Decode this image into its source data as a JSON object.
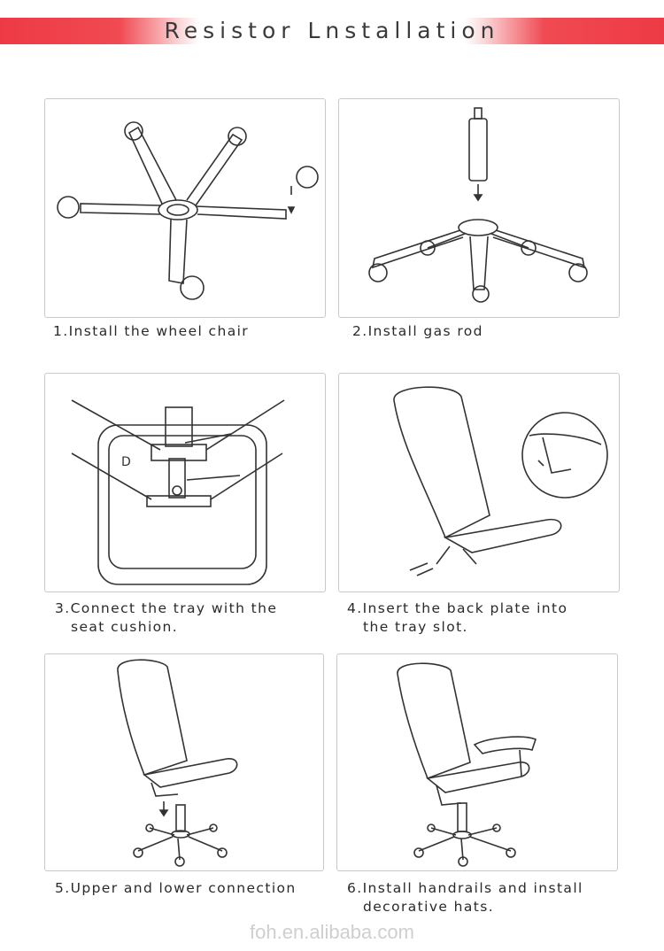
{
  "header": {
    "title": "Resistor Lnstallation",
    "accent_color": "#ee3a44"
  },
  "steps": [
    {
      "caption": "1.Install the wheel chair",
      "line2": ""
    },
    {
      "caption": "2.Install gas rod",
      "line2": ""
    },
    {
      "caption": "3.Connect the tray with the",
      "line2": "seat cushion."
    },
    {
      "caption": "4.Insert the back plate into",
      "line2": "the tray slot."
    },
    {
      "caption": "5.Upper and lower connection",
      "line2": ""
    },
    {
      "caption": "6.Install handrails and install",
      "line2": "decorative hats."
    }
  ],
  "diagram_labels": {
    "tray_label": "D"
  },
  "footer": {
    "watermark": "foh.en.alibaba.com"
  }
}
